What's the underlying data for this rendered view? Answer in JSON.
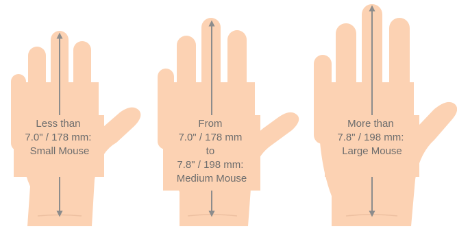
{
  "palette": {
    "skin": "#fcd2b3",
    "crease": "#edc0a1",
    "arrow": "#8c8c8c",
    "text": "#6d6d6d",
    "background": "#ffffff"
  },
  "hands": [
    {
      "size": "small",
      "lines": [
        "Less than",
        "7.0\" / 178 mm:",
        "Small Mouse"
      ]
    },
    {
      "size": "medium",
      "lines": [
        "From",
        "7.0\" / 178 mm",
        "to",
        "7.8\" / 198 mm:",
        "Medium Mouse"
      ]
    },
    {
      "size": "large",
      "lines": [
        "More than",
        "7.8\" / 198 mm:",
        "Large Mouse"
      ]
    }
  ]
}
